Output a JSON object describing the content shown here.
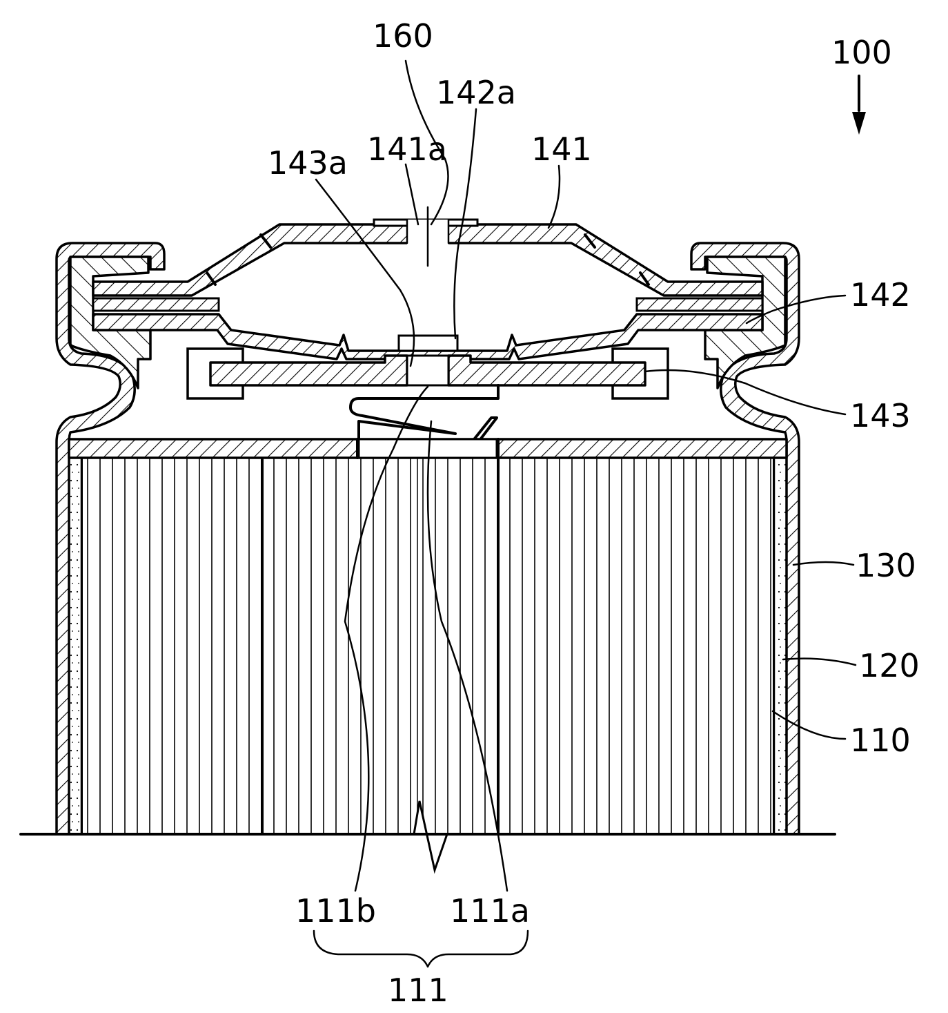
{
  "figure": {
    "labels": {
      "l100": "100",
      "l160": "160",
      "l142a": "142a",
      "l143a": "143a",
      "l141a": "141a",
      "l141": "141",
      "l142": "142",
      "l143": "143",
      "l130": "130",
      "l120": "120",
      "l110": "110",
      "l111b": "111b",
      "l111a": "111a",
      "l111": "111"
    }
  }
}
